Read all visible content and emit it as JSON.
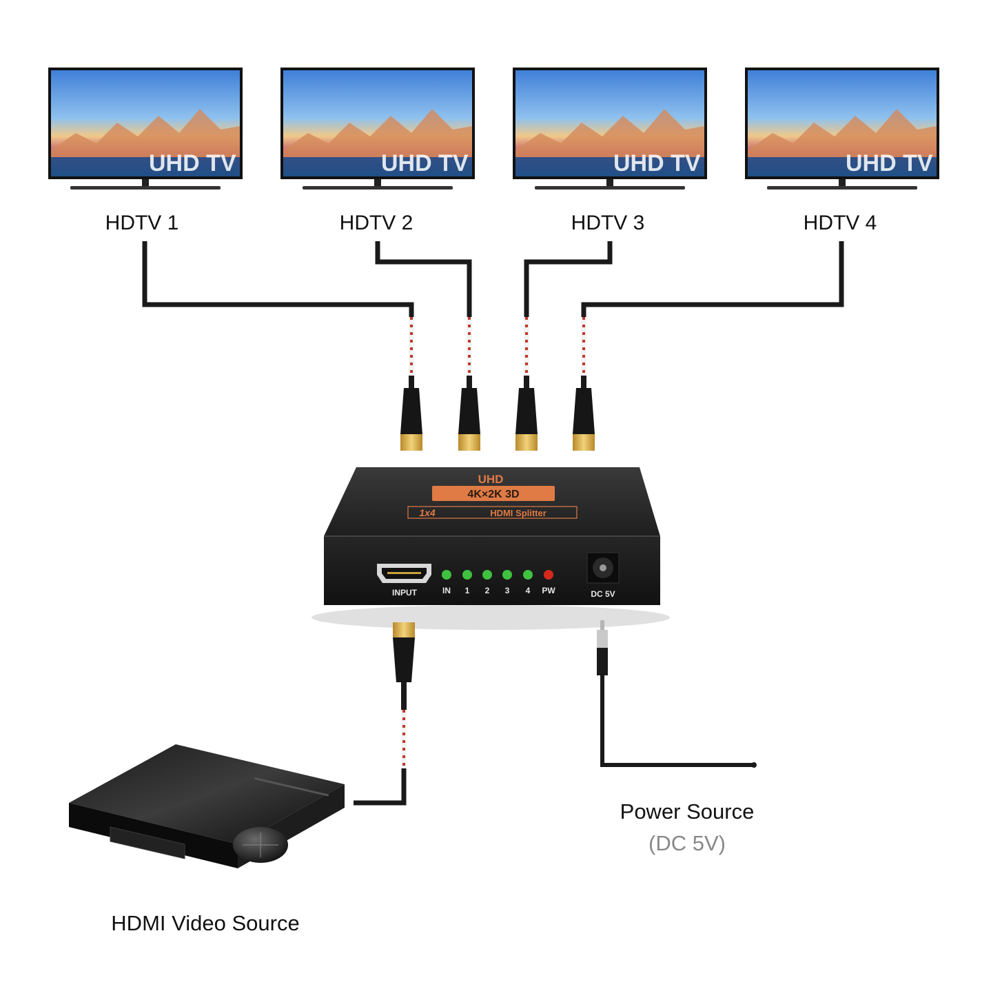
{
  "tvs": [
    {
      "label": "HDTV 1",
      "screen_text": "UHD TV"
    },
    {
      "label": "HDTV 2",
      "screen_text": "UHD TV"
    },
    {
      "label": "HDTV 3",
      "screen_text": "UHD TV"
    },
    {
      "label": "HDTV 4",
      "screen_text": "UHD TV"
    }
  ],
  "splitter": {
    "badge_top": "UHD",
    "badge_main": "4K×2K 3D",
    "model": "HDMI Splitter",
    "model_prefix": "1x4",
    "input_label": "INPUT",
    "led_labels": [
      "IN",
      "1",
      "2",
      "3",
      "4",
      "PW"
    ],
    "dc_label": "DC 5V"
  },
  "source": {
    "label": "HDMI Video Source"
  },
  "power": {
    "label": "Power Source",
    "sublabel": "(DC 5V)"
  },
  "colors": {
    "led_on": "#3fc23f",
    "led_power": "#d42a1e",
    "badge": "#e07b45",
    "cable": "#1a1a1a",
    "cable_braid": "#c0392b",
    "connector_gold": "#d4a93a"
  }
}
